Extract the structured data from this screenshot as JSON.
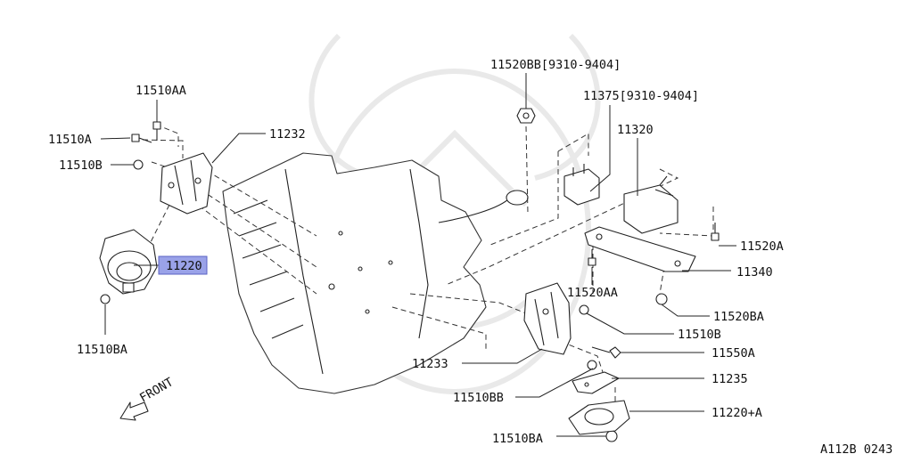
{
  "diagram_id": "A112B 0243",
  "front_label": "FRONT",
  "highlight_color": "#9aa2e8",
  "labels": {
    "l11510AA": "11510AA",
    "l11510A_left": "11510A",
    "l11510B_left": "11510B",
    "l11232": "11232",
    "l11220": "11220",
    "l11510BA_left": "11510BA",
    "l11520BB": "11520BB[9310-9404]",
    "l11375": "11375[9310-9404]",
    "l11320": "11320",
    "l11520A": "11520A",
    "l11340": "11340",
    "l11520AA": "11520AA",
    "l11520BA": "11520BA",
    "l11510B_right": "11510B",
    "l11550A": "11550A",
    "l11233": "11233",
    "l11235": "11235",
    "l11510BB": "11510BB",
    "l11220A": "11220+A",
    "l11510BA_bottom": "11510BA"
  }
}
